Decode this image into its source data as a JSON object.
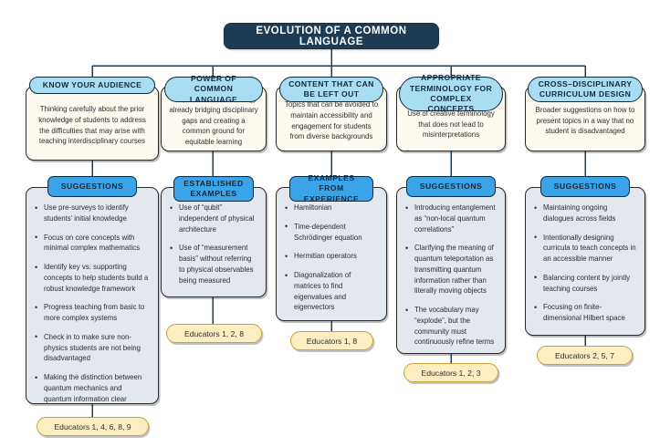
{
  "diagram": {
    "root": {
      "title": "EVOLUTION OF A COMMON LANGUAGE"
    },
    "colors": {
      "root_bg": "#1d3c54",
      "category_pill_bg": "#a9ddf3",
      "sub_pill_bg": "#3ba4e8",
      "description_bg": "#fdfaf0",
      "list_bg": "#e2e8ee",
      "credit_bg": "#fdeec1",
      "credit_border": "#c9a23c",
      "outline": "#2a2a2a"
    },
    "columns": [
      {
        "category": "KNOW YOUR AUDIENCE",
        "description": "Thinking carefully about the prior knowledge of students to address the difficulties that may arise with teaching interdisciplinary courses",
        "subheading": "SUGGESTIONS",
        "bullets": [
          "Use pre-surveys to identify students’ initial knowledge",
          "Focus on core concepts with minimal complex mathematics",
          "Identify key vs. supporting concepts to help students build a robust knowledge framework",
          "Progress teaching from basic to more complex systems",
          "Check in to make sure non-physics students are not being disadvantaged",
          "Making the distinction between quantum mechanics and quantum information clear"
        ],
        "credit": "Educators 1, 4, 6, 8, 9"
      },
      {
        "category": "POWER OF COMMON LANGUAGE",
        "description": "Simple, unified terminology already bridging disciplinary gaps and creating a common ground for equitable learning",
        "subheading": "ESTABLISHED EXAMPLES",
        "bullets": [
          "Use of “qubit” independent of physical architecture",
          "Use of “measurement basis” without referring to physical observables being measured"
        ],
        "credit": "Educators 1, 2, 8"
      },
      {
        "category": "CONTENT THAT CAN BE LEFT OUT",
        "description": "Topics that can be avoided to maintain accessibility and engagement for students from diverse backgrounds",
        "subheading": "EXAMPLES FROM EXPERIENCE",
        "bullets": [
          "Hamiltonian",
          "Time-dependent Schrödinger equation",
          "Hermitian operators",
          "Diagonalization of matrices to find eigenvalues and eigenvectors"
        ],
        "credit": "Educators 1, 8"
      },
      {
        "category": "APPROPRIATE TERMINOLOGY FOR COMPLEX CONCEPTS",
        "description": "Use of creative terminology that does not lead to misinterpretations",
        "subheading": "SUGGESTIONS",
        "bullets": [
          "Introducing entanglement as “non-local quantum correlations”",
          "Clarifying the meaning of quantum teleportation as transmitting quantum information rather than literally moving objects",
          "The vocabulary may “explode”, but the community must continuously refine terms"
        ],
        "credit": "Educators 1, 2, 3"
      },
      {
        "category": "CROSS–DISCIPLINARY CURRICULUM DESIGN",
        "description": "Broader suggestions on how to present topics in a way that no student is disadvantaged",
        "subheading": "SUGGESTIONS",
        "bullets": [
          "Maintaining ongoing dialogues across fields",
          "Intentionally designing curricula to teach concepts in an accessible manner",
          "Balancing content by jointly teaching courses",
          "Focusing on finite-dimensional Hilbert space"
        ],
        "credit": "Educators 2, 5, 7"
      }
    ]
  }
}
